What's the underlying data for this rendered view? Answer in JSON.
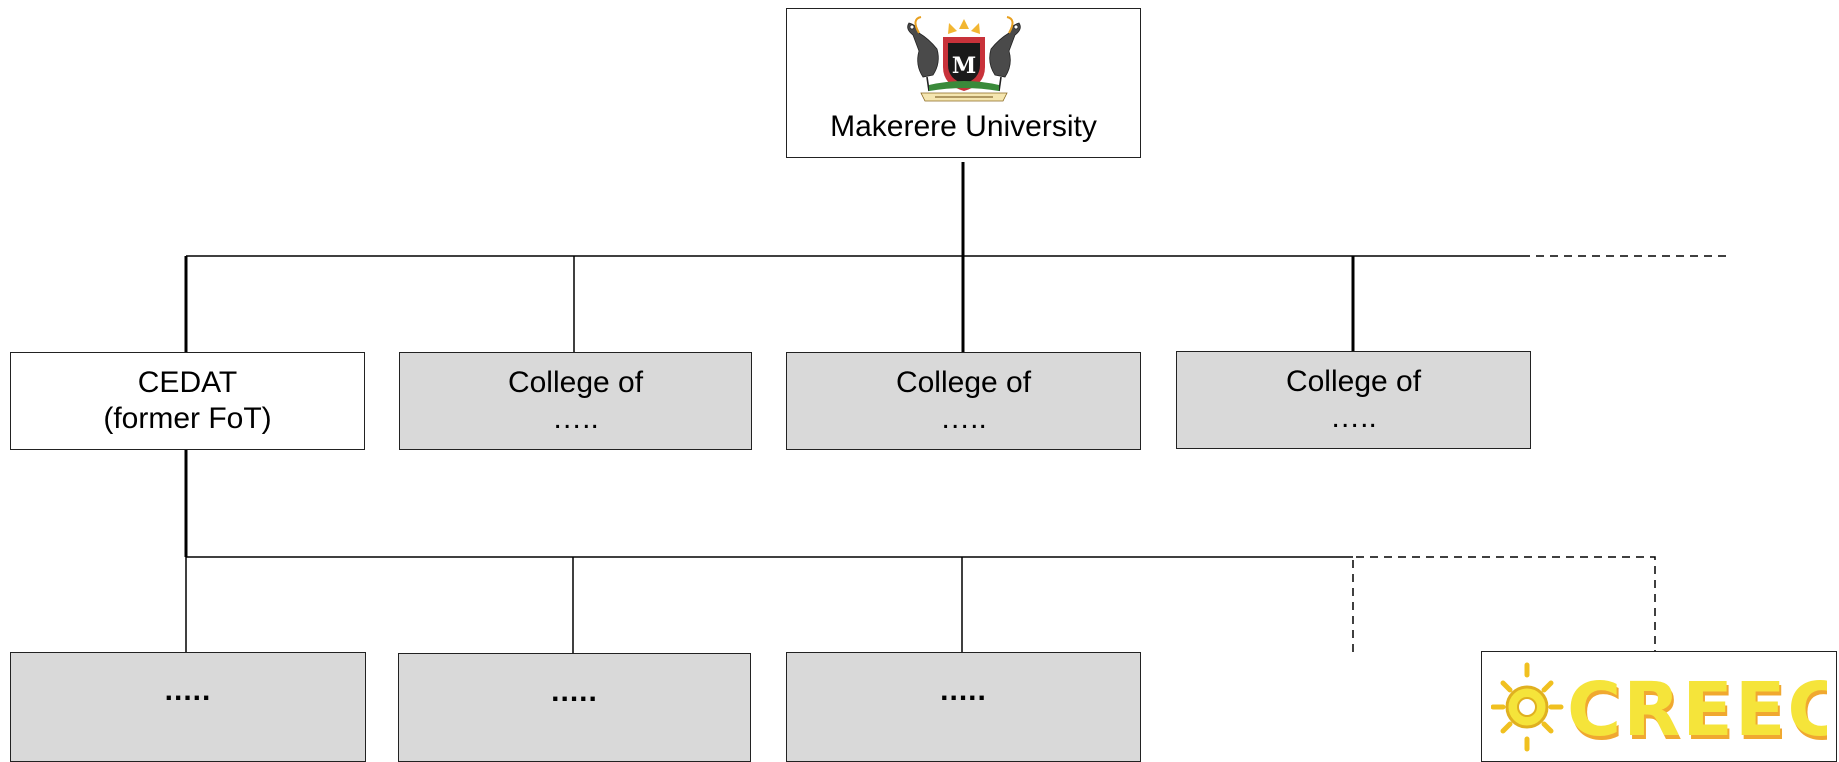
{
  "root": {
    "name": "Makerere University",
    "logo": "makerere-crest-logo"
  },
  "colleges": [
    {
      "line1": "CEDAT",
      "line2": "(former FoT)",
      "fill": "#ffffff"
    },
    {
      "line1": "College of",
      "line2": "…..",
      "fill": "#d9d9d9"
    },
    {
      "line1": "College of",
      "line2": "…..",
      "fill": "#d9d9d9"
    },
    {
      "line1": "College of",
      "line2": "…..",
      "fill": "#d9d9d9"
    }
  ],
  "departments": [
    {
      "label": "....."
    },
    {
      "label": "....."
    },
    {
      "label": "....."
    }
  ],
  "centre": {
    "logo": "creec-logo",
    "logo_text": "CREEC"
  },
  "colors": {
    "line": "#000000",
    "box_grey": "#d9d9d9",
    "creec_yellow": "#f5e43a",
    "creec_orange": "#f0a830"
  }
}
